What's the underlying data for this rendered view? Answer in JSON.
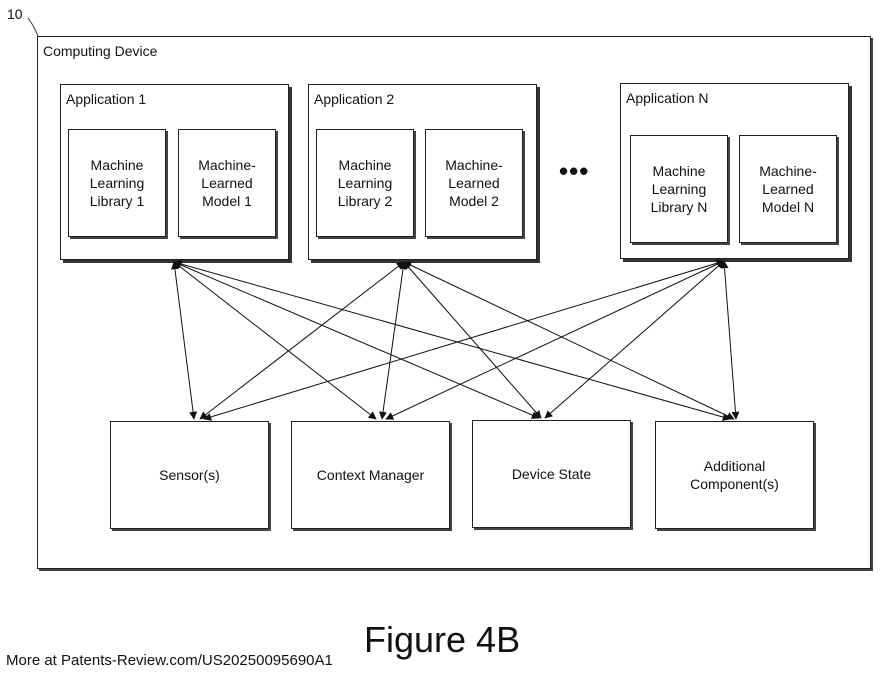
{
  "reference_number": "10",
  "device": {
    "title": "Computing Device"
  },
  "applications": [
    {
      "title": "Application 1",
      "library": "Machine\nLearning\nLibrary 1",
      "model": "Machine-\nLearned\nModel 1"
    },
    {
      "title": "Application 2",
      "library": "Machine\nLearning\nLibrary 2",
      "model": "Machine-\nLearned\nModel 2"
    },
    {
      "title": "Application N",
      "library": "Machine\nLearning\nLibrary N",
      "model": "Machine-\nLearned\nModel N"
    }
  ],
  "ellipsis": "•••",
  "components": [
    {
      "label": "Sensor(s)"
    },
    {
      "label": "Context Manager"
    },
    {
      "label": "Device State"
    },
    {
      "label": "Additional\nComponent(s)"
    }
  ],
  "figure_label": "Figure 4B",
  "footer": "More at Patents-Review.com/US20250095690A1"
}
